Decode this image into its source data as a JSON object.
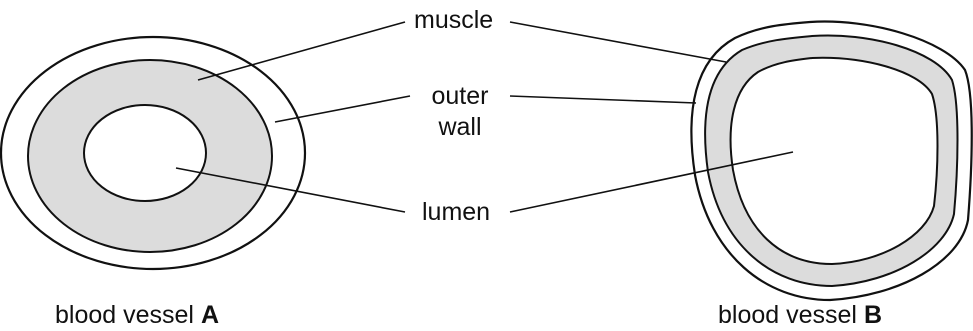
{
  "labels": {
    "muscle": "muscle",
    "outer_wall_line1": "outer",
    "outer_wall_line2": "wall",
    "lumen": "lumen"
  },
  "captions": {
    "a_prefix": "blood vessel",
    "a_letter": "A",
    "b_prefix": "blood vessel",
    "b_letter": "B"
  },
  "colors": {
    "muscle_fill": "#dcdcdc",
    "outline": "#111111",
    "background": "#ffffff"
  }
}
